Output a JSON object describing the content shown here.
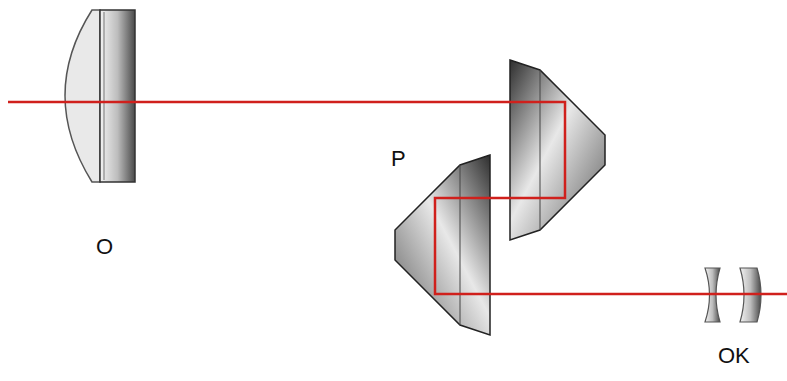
{
  "diagram": {
    "labels": [
      "O",
      "P",
      "OK"
    ]
  }
}
